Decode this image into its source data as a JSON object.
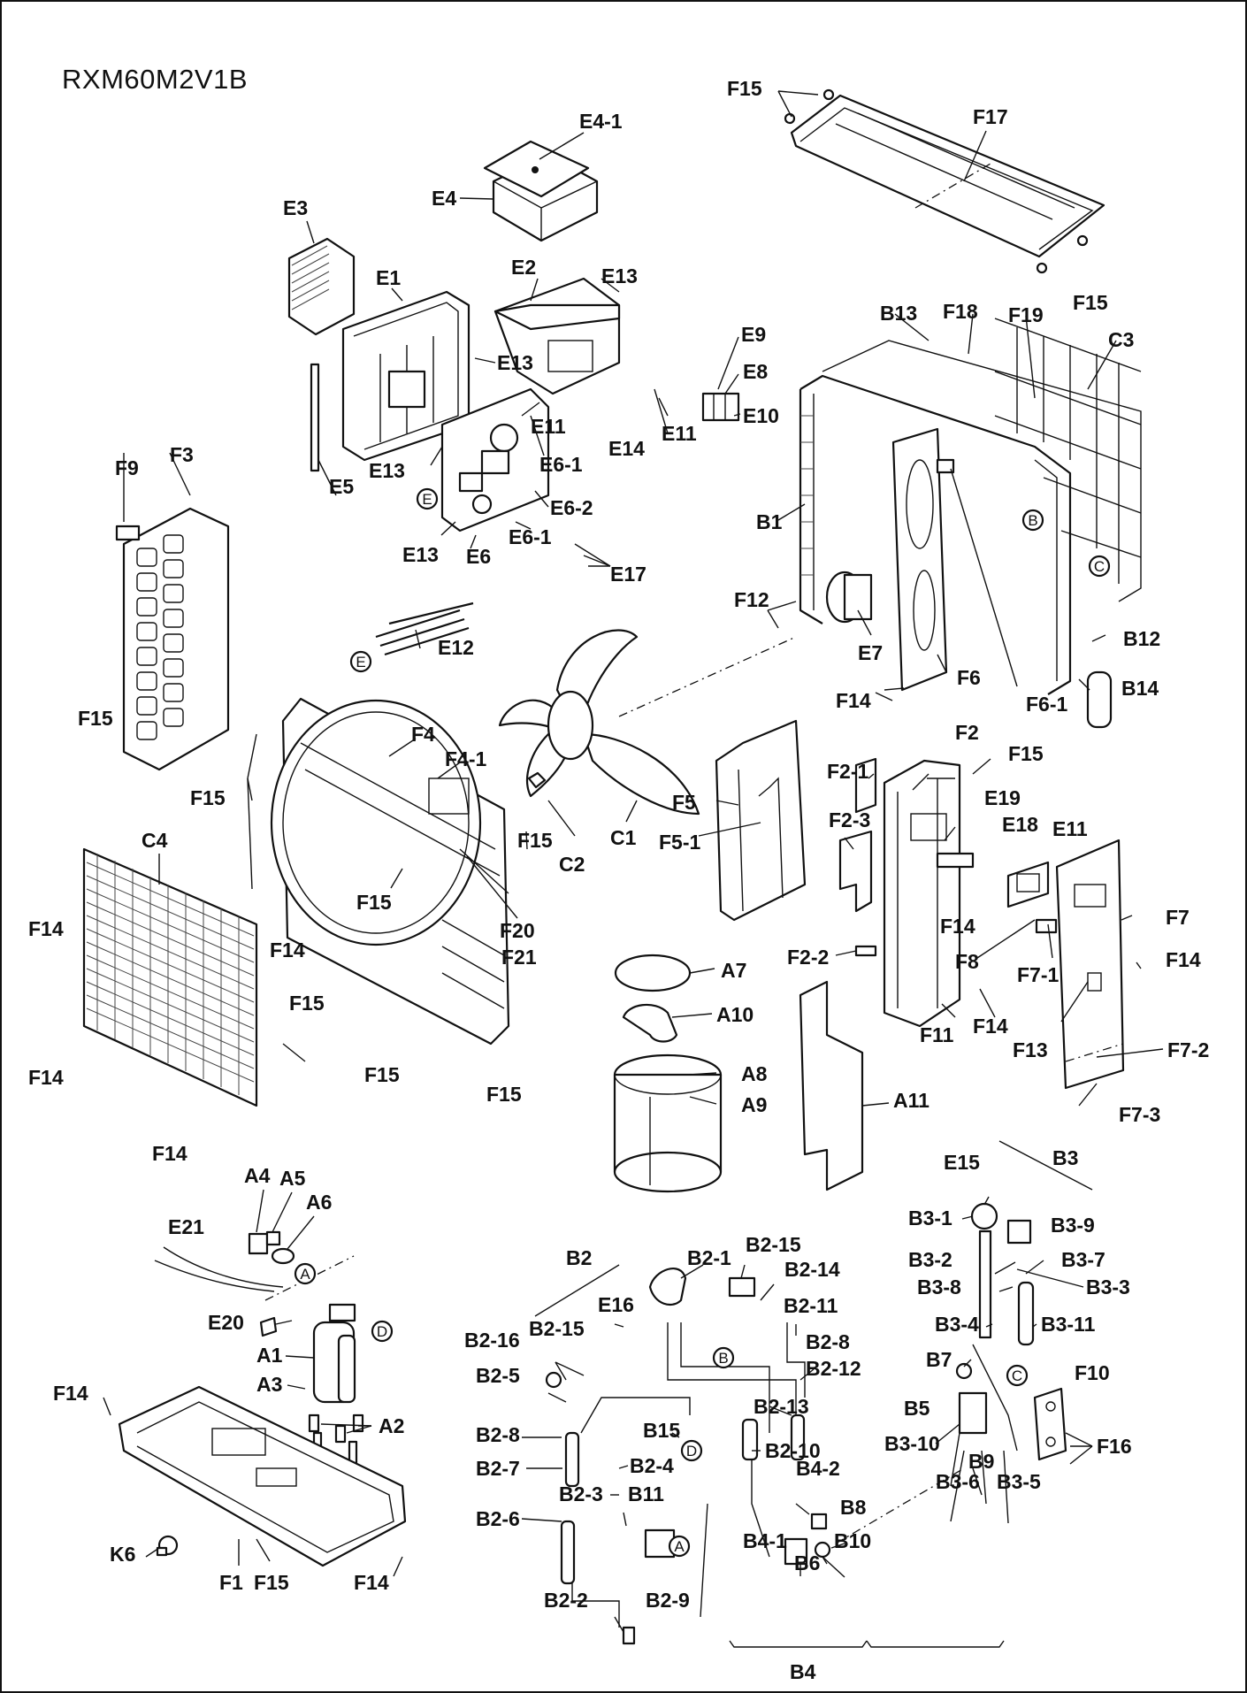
{
  "title": "RXM60M2V1B",
  "labels": {
    "F15_top": "F15",
    "F17": "F17",
    "E4-1": "E4-1",
    "E4": "E4",
    "E3": "E3",
    "E2": "E2",
    "E13_a": "E13",
    "E1": "E1",
    "E13_b": "E13",
    "E9": "E9",
    "E8": "E8",
    "E10": "E10",
    "E11_a": "E11",
    "E11_b": "E11",
    "E14": "E14",
    "E6-1_a": "E6-1",
    "E13_c": "E13",
    "E5": "E5",
    "E6-2": "E6-2",
    "E6-1_b": "E6-1",
    "E13_d": "E13",
    "E6": "E6",
    "E17": "E17",
    "F15_topright": "F15",
    "B13": "B13",
    "F18": "F18",
    "F19": "F19",
    "C3": "C3",
    "F9": "F9",
    "F3": "F3",
    "B1": "B1",
    "E12": "E12",
    "F12": "F12",
    "E7": "E7",
    "B12": "B12",
    "F6": "F6",
    "F6-1": "F6-1",
    "B14": "B14",
    "F14_fan": "F14",
    "F15_left": "F15",
    "F4": "F4",
    "F4-1": "F4-1",
    "F15_grp": "F15",
    "F2-1": "F2-1",
    "F2": "F2",
    "F15_f2": "F15",
    "F5": "F5",
    "F5-1": "F5-1",
    "F2-3": "F2-3",
    "E19": "E19",
    "E18": "E18",
    "E11_c": "E11",
    "C4": "C4",
    "F15_mid": "F15",
    "C2": "C2",
    "C1": "C1",
    "F15_ring": "F15",
    "F20": "F20",
    "F21": "F21",
    "F14_c4a": "F14",
    "F14_c4b": "F14",
    "F15_low1": "F15",
    "F7": "F7",
    "F14_f7": "F14",
    "F8": "F8",
    "F7-1": "F7-1",
    "F2-2": "F2-2",
    "A7": "A7",
    "F14_f2": "F14",
    "F14_f2b": "F14",
    "F11": "F11",
    "F13": "F13",
    "F7-2": "F7-2",
    "A10": "A10",
    "F14_c4c": "F14",
    "F15_low2": "F15",
    "F15_low3": "F15",
    "A8": "A8",
    "A9": "A9",
    "A11": "A11",
    "F7-3": "F7-3",
    "F14_c4d": "F14",
    "B3": "B3",
    "E15": "E15",
    "A4": "A4",
    "A5": "A5",
    "A6": "A6",
    "E21": "E21",
    "B3-1": "B3-1",
    "B3-9": "B3-9",
    "B2": "B2",
    "B2-1": "B2-1",
    "B2-15_a": "B2-15",
    "B2-14": "B2-14",
    "B3-2": "B3-2",
    "B3-7": "B3-7",
    "B3-8": "B3-8",
    "B3-3": "B3-3",
    "E16": "E16",
    "B2-11": "B2-11",
    "B3-4": "B3-4",
    "B3-11": "B3-11",
    "E20": "E20",
    "B2-16": "B2-16",
    "B2-15_b": "B2-15",
    "B2-8_a": "B2-8",
    "B7": "B7",
    "A1": "A1",
    "B2-12": "B2-12",
    "A3": "A3",
    "B2-5": "B2-5",
    "F14_base": "F14",
    "B2-13": "B2-13",
    "F10": "F10",
    "A2": "A2",
    "B15": "B15",
    "B5": "B5",
    "B2-8_b": "B2-8",
    "B2-10": "B2-10",
    "B3-10": "B3-10",
    "F16": "F16",
    "B2-7": "B2-7",
    "B2-4": "B2-4",
    "B4-2": "B4-2",
    "B9": "B9",
    "B3-6": "B3-6",
    "B3-5": "B3-5",
    "B2-3": "B2-3",
    "B11": "B11",
    "B2-6": "B2-6",
    "B8": "B8",
    "K6": "K6",
    "B4-1": "B4-1",
    "B10": "B10",
    "B6": "B6",
    "F1": "F1",
    "F15_base": "F15",
    "F14_base2": "F14",
    "B2-2": "B2-2",
    "B2-9": "B2-9",
    "B4": "B4"
  },
  "connection_markers": {
    "E_pcb": "E",
    "E_lead": "E",
    "B_coil": "B",
    "C_coil": "C",
    "A_comp": "A",
    "D_comp": "D",
    "B_pipe": "B",
    "D_pipe": "D",
    "A_pipe": "A",
    "C_valve": "C"
  }
}
